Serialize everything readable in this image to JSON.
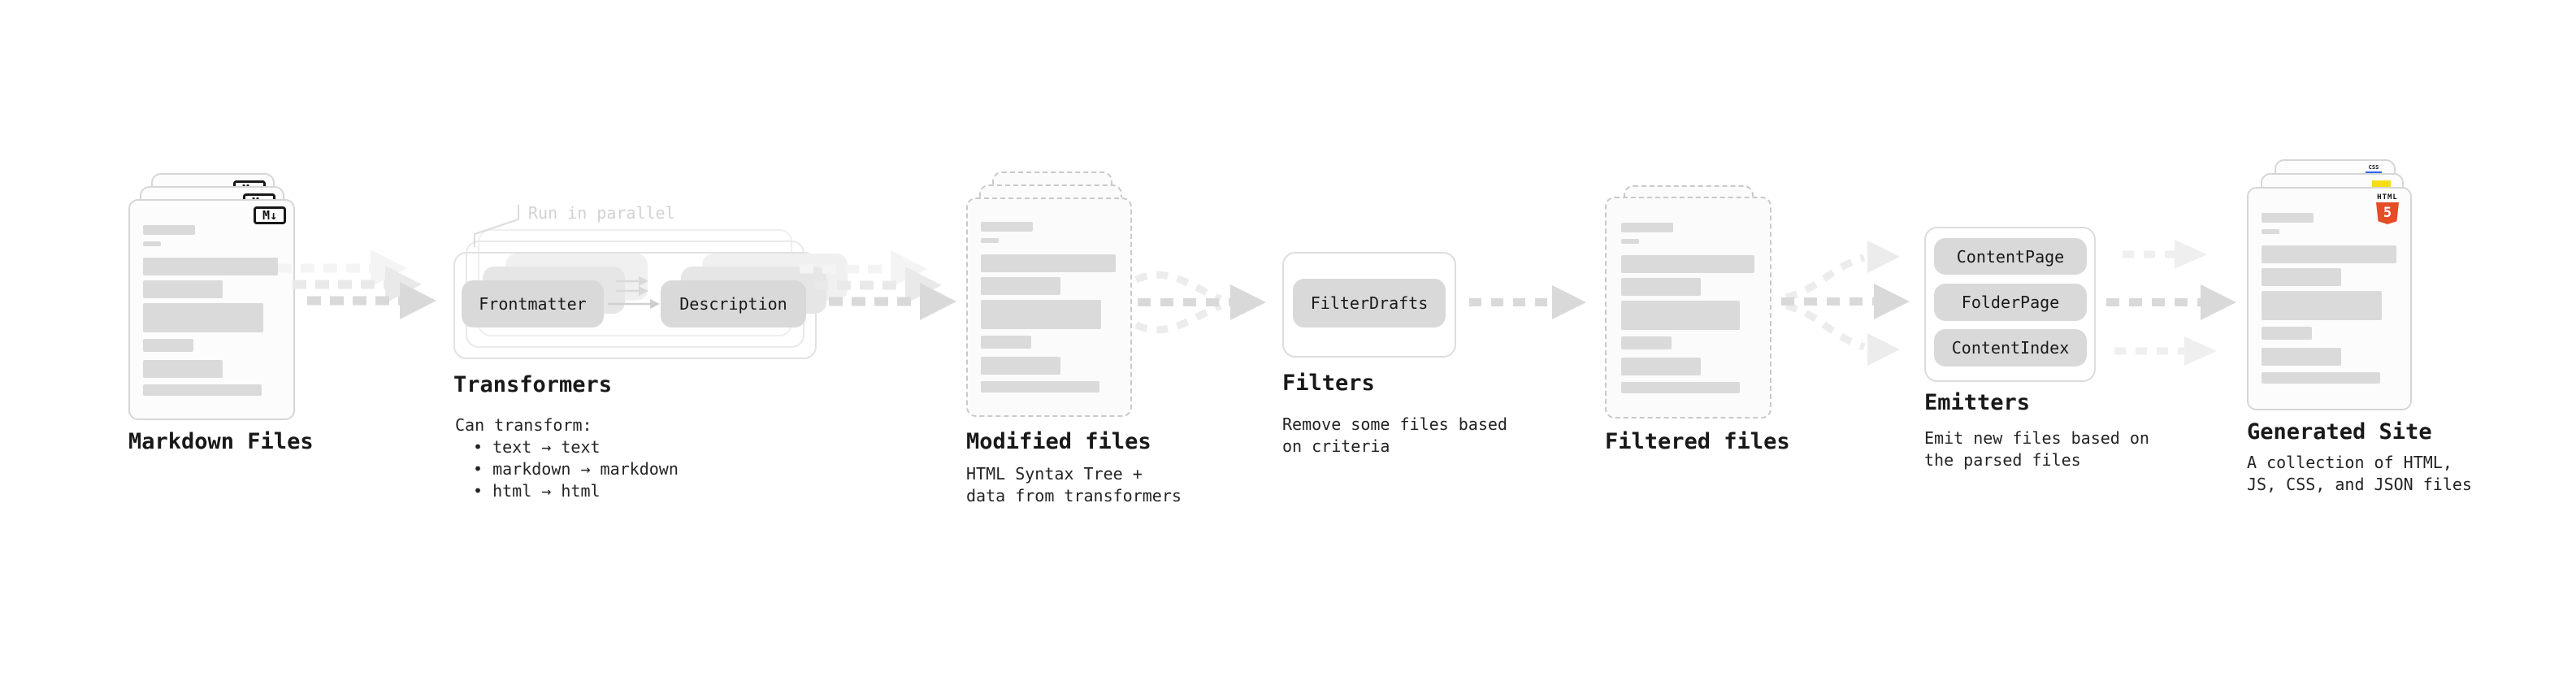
{
  "stages": {
    "markdown_files": {
      "label": "Markdown Files",
      "icon": "M↓"
    },
    "transformers": {
      "label": "Transformers",
      "annotation": "Run in parallel",
      "nodes": [
        "Frontmatter",
        "Description"
      ],
      "desc_heading": "Can transform:",
      "bullets": [
        "• text → text",
        "• markdown → markdown",
        "• html → html"
      ]
    },
    "modified_files": {
      "label": "Modified files",
      "desc": "HTML Syntax Tree +\ndata from transformers"
    },
    "filters": {
      "label": "Filters",
      "nodes": [
        "FilterDrafts"
      ],
      "desc": "Remove some files based\non criteria"
    },
    "filtered_files": {
      "label": "Filtered files"
    },
    "emitters": {
      "label": "Emitters",
      "nodes": [
        "ContentPage",
        "FolderPage",
        "ContentIndex"
      ],
      "desc": "Emit new files based on\nthe parsed files"
    },
    "generated_site": {
      "label": "Generated Site",
      "desc": "A collection of HTML,\nJS, CSS, and JSON files",
      "icons": {
        "html_badge_top": "HTML",
        "html_badge_number": "5",
        "css_badge": "CSS"
      }
    }
  },
  "colors": {
    "html5_orange": "#e44d26",
    "js_yellow": "#f5de19",
    "css_blue": "#2c65f1"
  }
}
